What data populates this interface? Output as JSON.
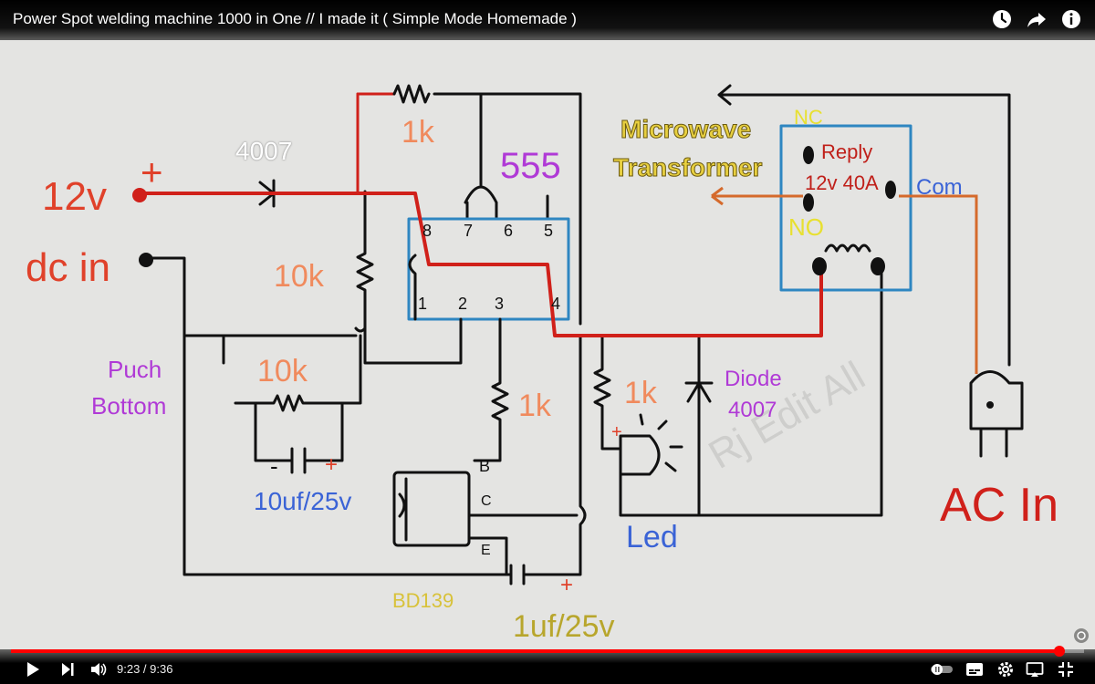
{
  "video": {
    "title": "Power Spot welding machine 1000 in One // I made it ( Simple Mode Homemade )",
    "current_time": "9:23",
    "duration": "9:36",
    "progress": 0.977
  },
  "top_icons": [
    "watch-later-icon",
    "share-icon",
    "info-icon"
  ],
  "player_controls": [
    "play-icon",
    "next-icon",
    "volume-icon",
    "autoplay-toggle",
    "subtitles-icon",
    "settings-icon",
    "miniplayer-icon",
    "exit-fullscreen-icon"
  ],
  "diagram": {
    "input_voltage": "12v",
    "input_plus": "+",
    "input_dc": "dc in",
    "diode_input": "4007",
    "r_top": "1k",
    "chip": "555",
    "pin8": "8",
    "pin7": "7",
    "pin6": "6",
    "pin5": "5",
    "pin1": "1",
    "pin2": "2",
    "pin3": "3",
    "pin4": "4",
    "r_left": "10k",
    "r_mid": "10k",
    "push_line1": "Puch",
    "push_line2": "Bottom",
    "cap_mid": "10uf/25v",
    "cap_mid_minus": "-",
    "cap_mid_plus": "+",
    "r_base": "1k",
    "r_led": "1k",
    "transistor": "BD139",
    "pin_b": "B",
    "pin_c": "C",
    "pin_e": "E",
    "cap_bottom": "1uf/25v",
    "cap_bottom_plus": "+",
    "led": "Led",
    "led_plus": "+",
    "diode_line1": "Diode",
    "diode_line2": "4007",
    "transformer_line1": "Microwave",
    "transformer_line2": "Transformer",
    "relay_nc": "NC",
    "relay_name": "Reply",
    "relay_rating": "12v 40A",
    "relay_com": "Com",
    "relay_no": "NO",
    "ac_in": "AC In",
    "watermark": "Rj Edit All"
  },
  "colors": {
    "wire": "#111111",
    "red_wire": "#d0201a",
    "orange_wire": "#d56a2c",
    "relay_box": "#2e86c1",
    "label_orange": "#f08a5d",
    "label_red": "#e0412a",
    "label_purple": "#b03ad6",
    "label_blue": "#3a63d6",
    "label_yellow": "#d8c23a",
    "progress_red": "#ff0000"
  }
}
